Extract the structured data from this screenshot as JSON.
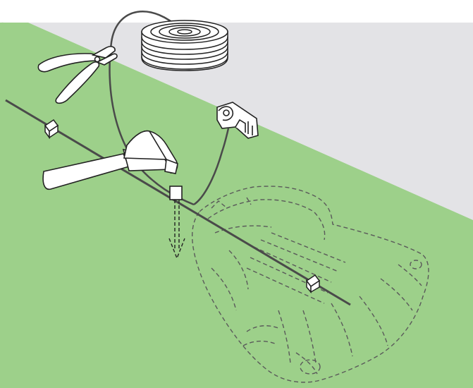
{
  "diagram": {
    "description_labels": [],
    "colors": {
      "grass": "#9dd08a",
      "pavement": "#e3e3e6",
      "wire": "#4a4a4a",
      "outline": "#222222",
      "mower_dash": "#5a5a5a"
    },
    "objects": [
      {
        "id": "wire-coil",
        "icon": "wire-coil-icon"
      },
      {
        "id": "pliers",
        "icon": "pliers-icon"
      },
      {
        "id": "hammer",
        "icon": "hammer-icon"
      },
      {
        "id": "wire-connector",
        "icon": "connector-icon"
      },
      {
        "id": "peg-staple",
        "icon": "peg-icon"
      },
      {
        "id": "mower-outline",
        "icon": "robotic-mower-icon"
      }
    ]
  }
}
